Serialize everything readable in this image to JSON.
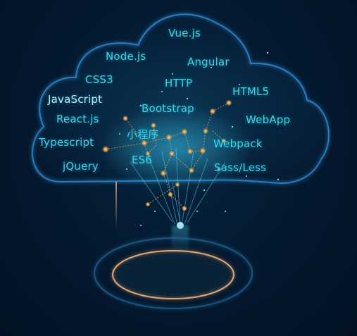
{
  "tech_cloud": {
    "tags": [
      "Vue.js",
      "Node.js",
      "Angular",
      "CSS3",
      "HTTP",
      "HTML5",
      "JavaScript",
      "Bootstrap",
      "React.js",
      "WebApp",
      "小程序",
      "Typescript",
      "Webpack",
      "ES6",
      "jQuery",
      "Sass/Less"
    ]
  },
  "colors": {
    "background": "#03162b",
    "cloud_outline": "#2a7fc4",
    "tag_text": "#3fd3e6",
    "highlight_text": "#b9f2ff",
    "node_glow": "#f5a442",
    "platform_ring": "#e0a46e"
  }
}
